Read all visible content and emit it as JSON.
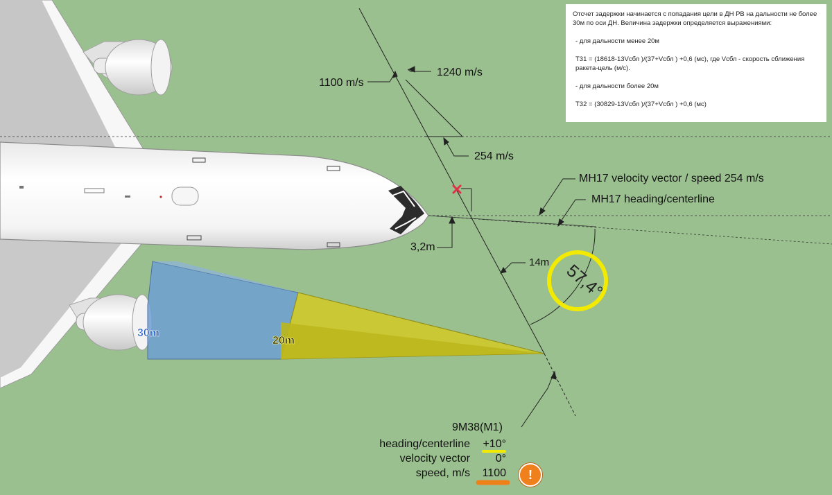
{
  "note": {
    "line1": "Отсчет задержки начинается с попадания цели в ДН РВ на дальности не более 30м по оси ДН. Величина задержки определяется выражениями:",
    "line2": "- для дальности менее 20м",
    "line3": "Т31 = (18618-13Vсбл )/(37+Vсбл ) +0,6  (мс),  где  Vсбл  - скорость сближения ракета-цель (м/с).",
    "line4": "- для дальности более 20м",
    "line5": "Т32  =  (30829-13Vсбл )/(37+Vсбл ) +0,6  (мс)"
  },
  "labels": {
    "speed_1100": "1100 m/s",
    "speed_1240": "1240 m/s",
    "speed_254": "254 m/s",
    "mh17_velocity": "MH17 velocity vector / speed 254 m/s",
    "mh17_heading": "MH17 heading/centerline",
    "offset": "3,2m",
    "dist_14": "14m",
    "angle": "57,4°",
    "zone_30": "30m",
    "zone_20": "20m"
  },
  "missile": {
    "name": "9M38(M1)",
    "rows": [
      {
        "label": "heading/centerline",
        "value": "+10°"
      },
      {
        "label": "velocity vector",
        "value": "0°"
      },
      {
        "label": "speed, m/s",
        "value": "1100"
      }
    ],
    "warning_symbol": "!"
  },
  "colors": {
    "background": "#9bc08f",
    "zone_blue": "#6f9fd4",
    "zone_yellow": "#cfc92a",
    "highlight_yellow": "#f2ea00",
    "warning_orange": "#f0801c",
    "impact_marker": "#e0304a"
  }
}
